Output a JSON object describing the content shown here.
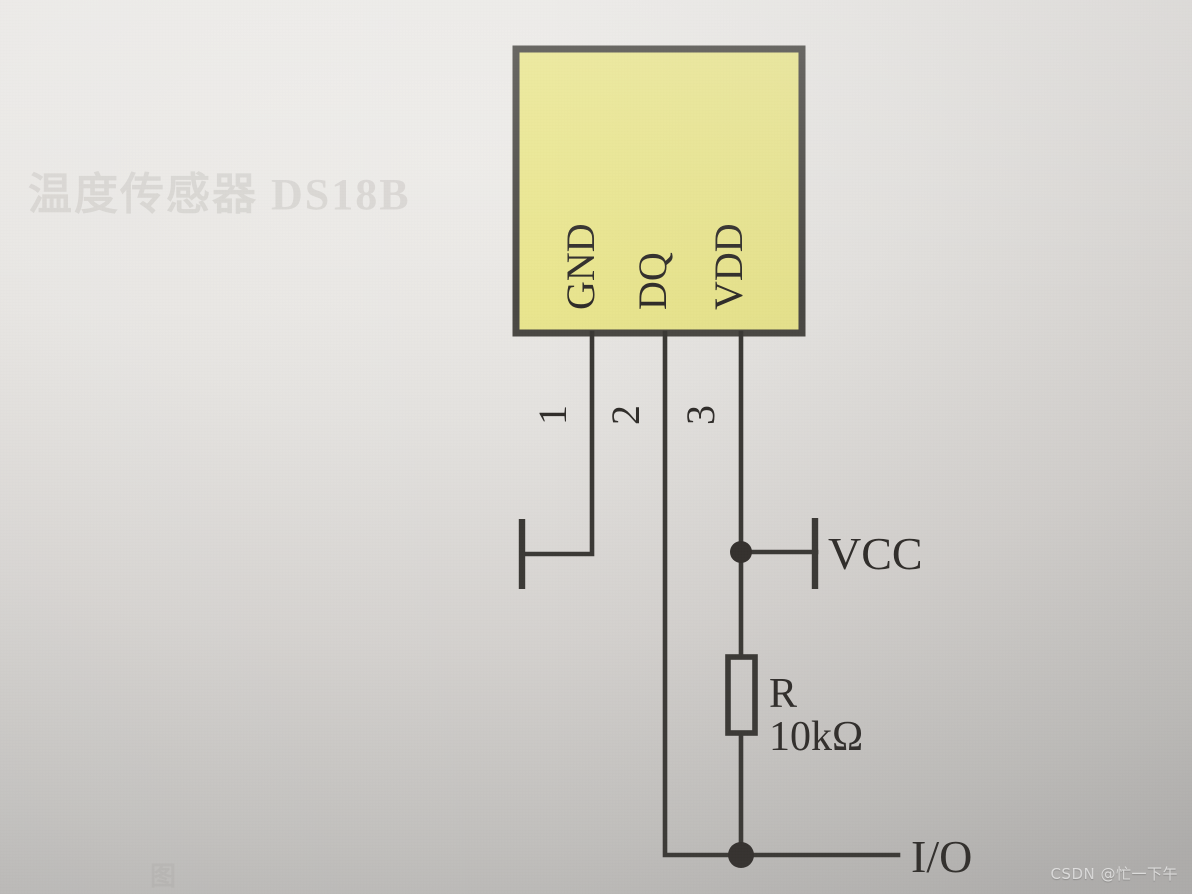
{
  "diagram": {
    "title": "DS18B20 single-bus temperature sensor connection",
    "chip": {
      "fill_color": "#e9e58e",
      "border_color": "#4a4843",
      "pins": [
        {
          "number": "1",
          "label": "GND"
        },
        {
          "number": "2",
          "label": "DQ"
        },
        {
          "number": "3",
          "label": "VDD"
        }
      ]
    },
    "components": [
      {
        "type": "resistor",
        "designator": "R",
        "value": "10kΩ"
      }
    ],
    "nodes": [
      {
        "name": "ground-symbol",
        "label": ""
      },
      {
        "name": "vcc-terminal",
        "label": "VCC"
      },
      {
        "name": "io-terminal",
        "label": "I/O"
      }
    ]
  },
  "labels": {
    "gnd": "GND",
    "dq": "DQ",
    "vdd": "VDD",
    "pin1": "1",
    "pin2": "2",
    "pin3": "3",
    "vcc": "VCC",
    "io": "I/O",
    "resistor_designator": "R",
    "resistor_value": "10kΩ"
  },
  "bleed_through": {
    "top": "温度传感器 DS18B",
    "bottom": "图"
  },
  "watermark": {
    "text": "CSDN @忙一下午"
  }
}
